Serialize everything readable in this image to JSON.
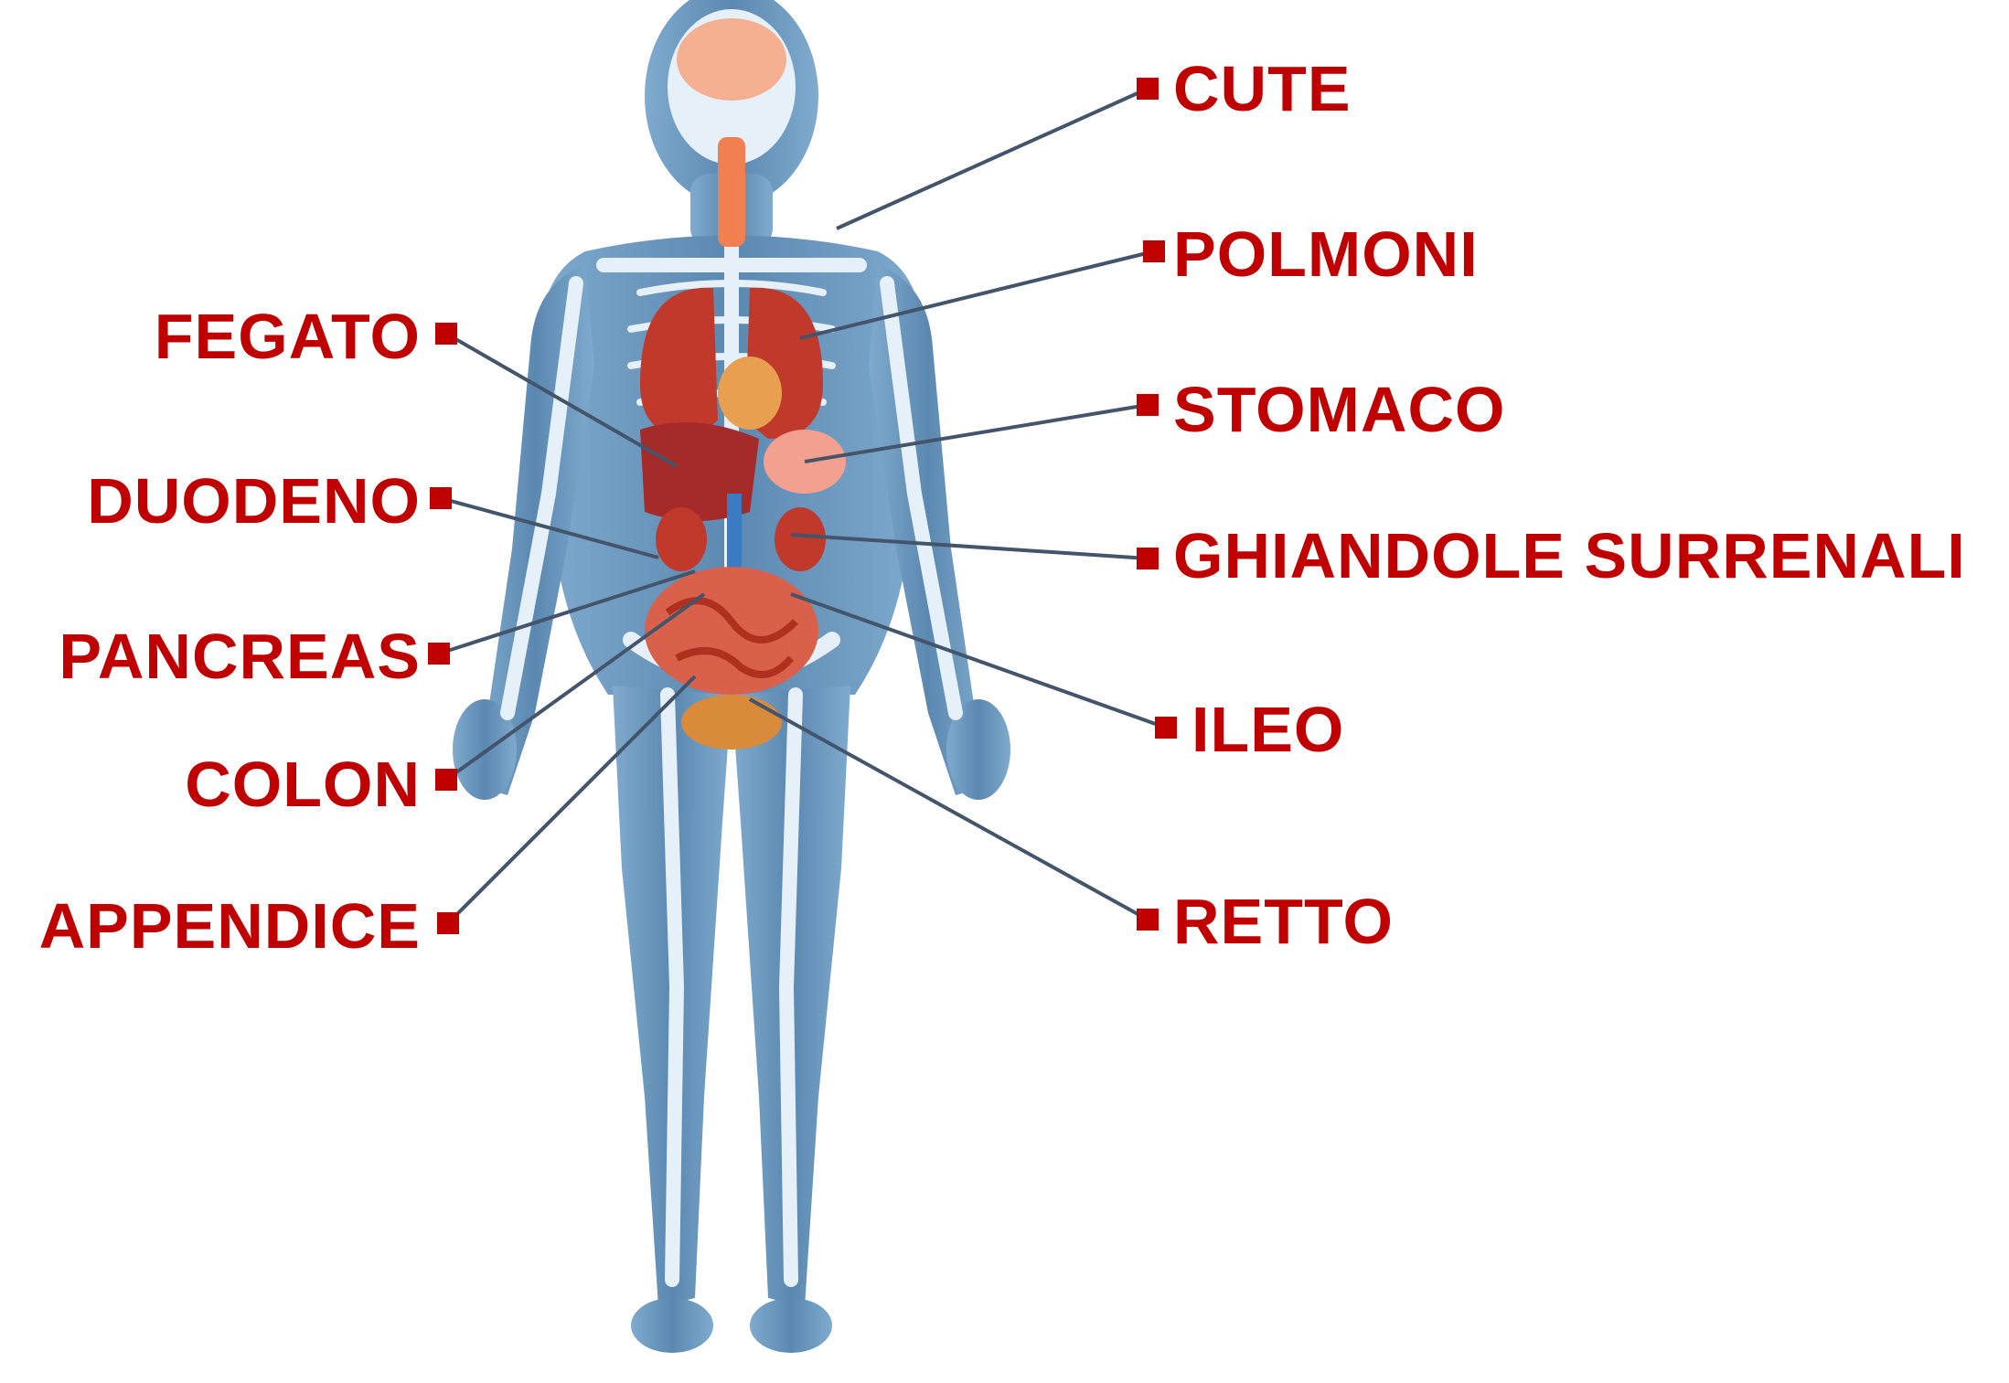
{
  "colors": {
    "label": "#c00000",
    "leader_line": "#44546a",
    "body_fill": "#4a7fad",
    "bone": "#e6f0f8",
    "organ_red": "#c0392b",
    "organ_light": "#f0a090"
  },
  "labels": {
    "right": [
      {
        "id": "cute",
        "text": "CUTE"
      },
      {
        "id": "polmoni",
        "text": "POLMONI"
      },
      {
        "id": "stomaco",
        "text": "STOMACO"
      },
      {
        "id": "ghiandole",
        "text": "GHIANDOLE SURRENALI"
      },
      {
        "id": "ileo",
        "text": "ILEO"
      },
      {
        "id": "retto",
        "text": "RETTO"
      }
    ],
    "left": [
      {
        "id": "fegato",
        "text": "FEGATO"
      },
      {
        "id": "duodeno",
        "text": "DUODENO"
      },
      {
        "id": "pancreas",
        "text": "PANCREAS"
      },
      {
        "id": "colon",
        "text": "COLON"
      },
      {
        "id": "appendice",
        "text": "APPENDICE"
      }
    ]
  }
}
